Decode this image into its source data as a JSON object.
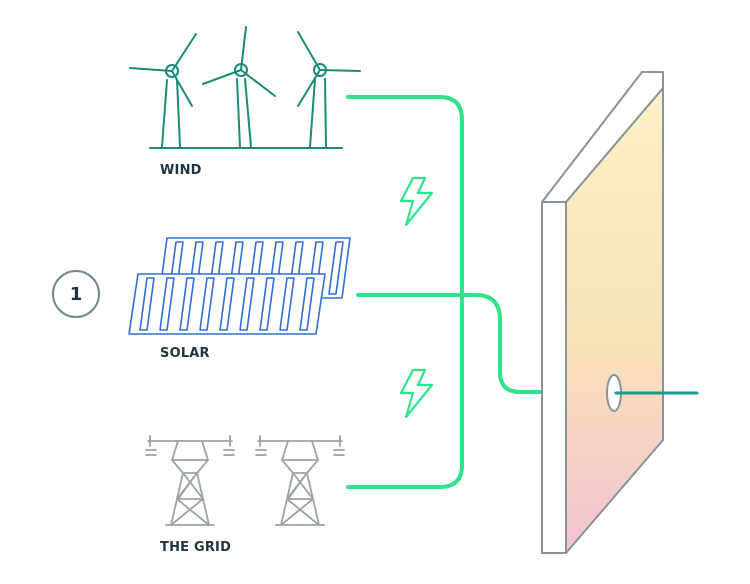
{
  "step": {
    "number": "1"
  },
  "sources": {
    "wind": {
      "label": "WIND"
    },
    "solar": {
      "label": "SOLAR"
    },
    "grid": {
      "label": "THE GRID"
    }
  },
  "colors": {
    "power_line": "#2ee38a",
    "wind_icon": "#1a8a7a",
    "solar_icon": "#2f6fd6",
    "grid_icon": "#9aa3a8",
    "outline": "#8a9399",
    "text": "#1f3340",
    "plug": "#1a9a8a"
  },
  "icons": [
    "wind-turbine-icon",
    "solar-panel-icon",
    "power-pylon-icon",
    "lightning-bolt-icon",
    "wall-outlet-icon"
  ]
}
